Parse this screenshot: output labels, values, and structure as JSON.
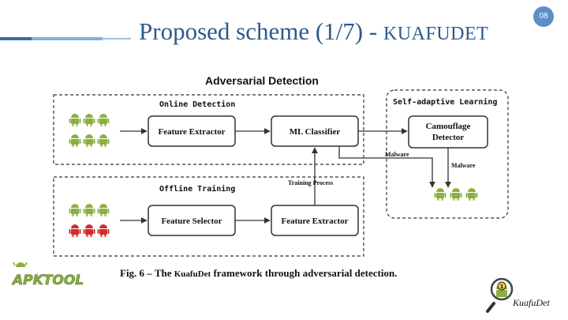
{
  "slide": {
    "title_main": "Proposed scheme (1/7) - ",
    "title_sc": "KUAFUDET",
    "number": "08"
  },
  "figure": {
    "heading": "Adversarial Detection",
    "online_label": "Online Detection",
    "offline_label": "Offline Training",
    "adaptive_label": "Self-adaptive Learning",
    "feature_extractor_top": "Feature Extractor",
    "ml_classifier": "ML Classifier",
    "camouflage_detector_line1": "Camouflage",
    "camouflage_detector_line2": "Detector",
    "feature_selector": "Feature Selector",
    "feature_extractor_bottom": "Feature Extractor",
    "malware_left": "Malware",
    "malware_right": "Malware",
    "training_process": "Training Process",
    "caption_prefix": "Fig. 6 – The ",
    "caption_name": "KuafuDet",
    "caption_suffix": " framework through adversarial detection."
  },
  "apktool_logo": "APKTOOL",
  "kuafudet_logo": "KuafuDet",
  "colors": {
    "title": "#2c5a8c",
    "android_green": "#8cb040",
    "android_red": "#d62a2a",
    "box_border": "#333333"
  }
}
